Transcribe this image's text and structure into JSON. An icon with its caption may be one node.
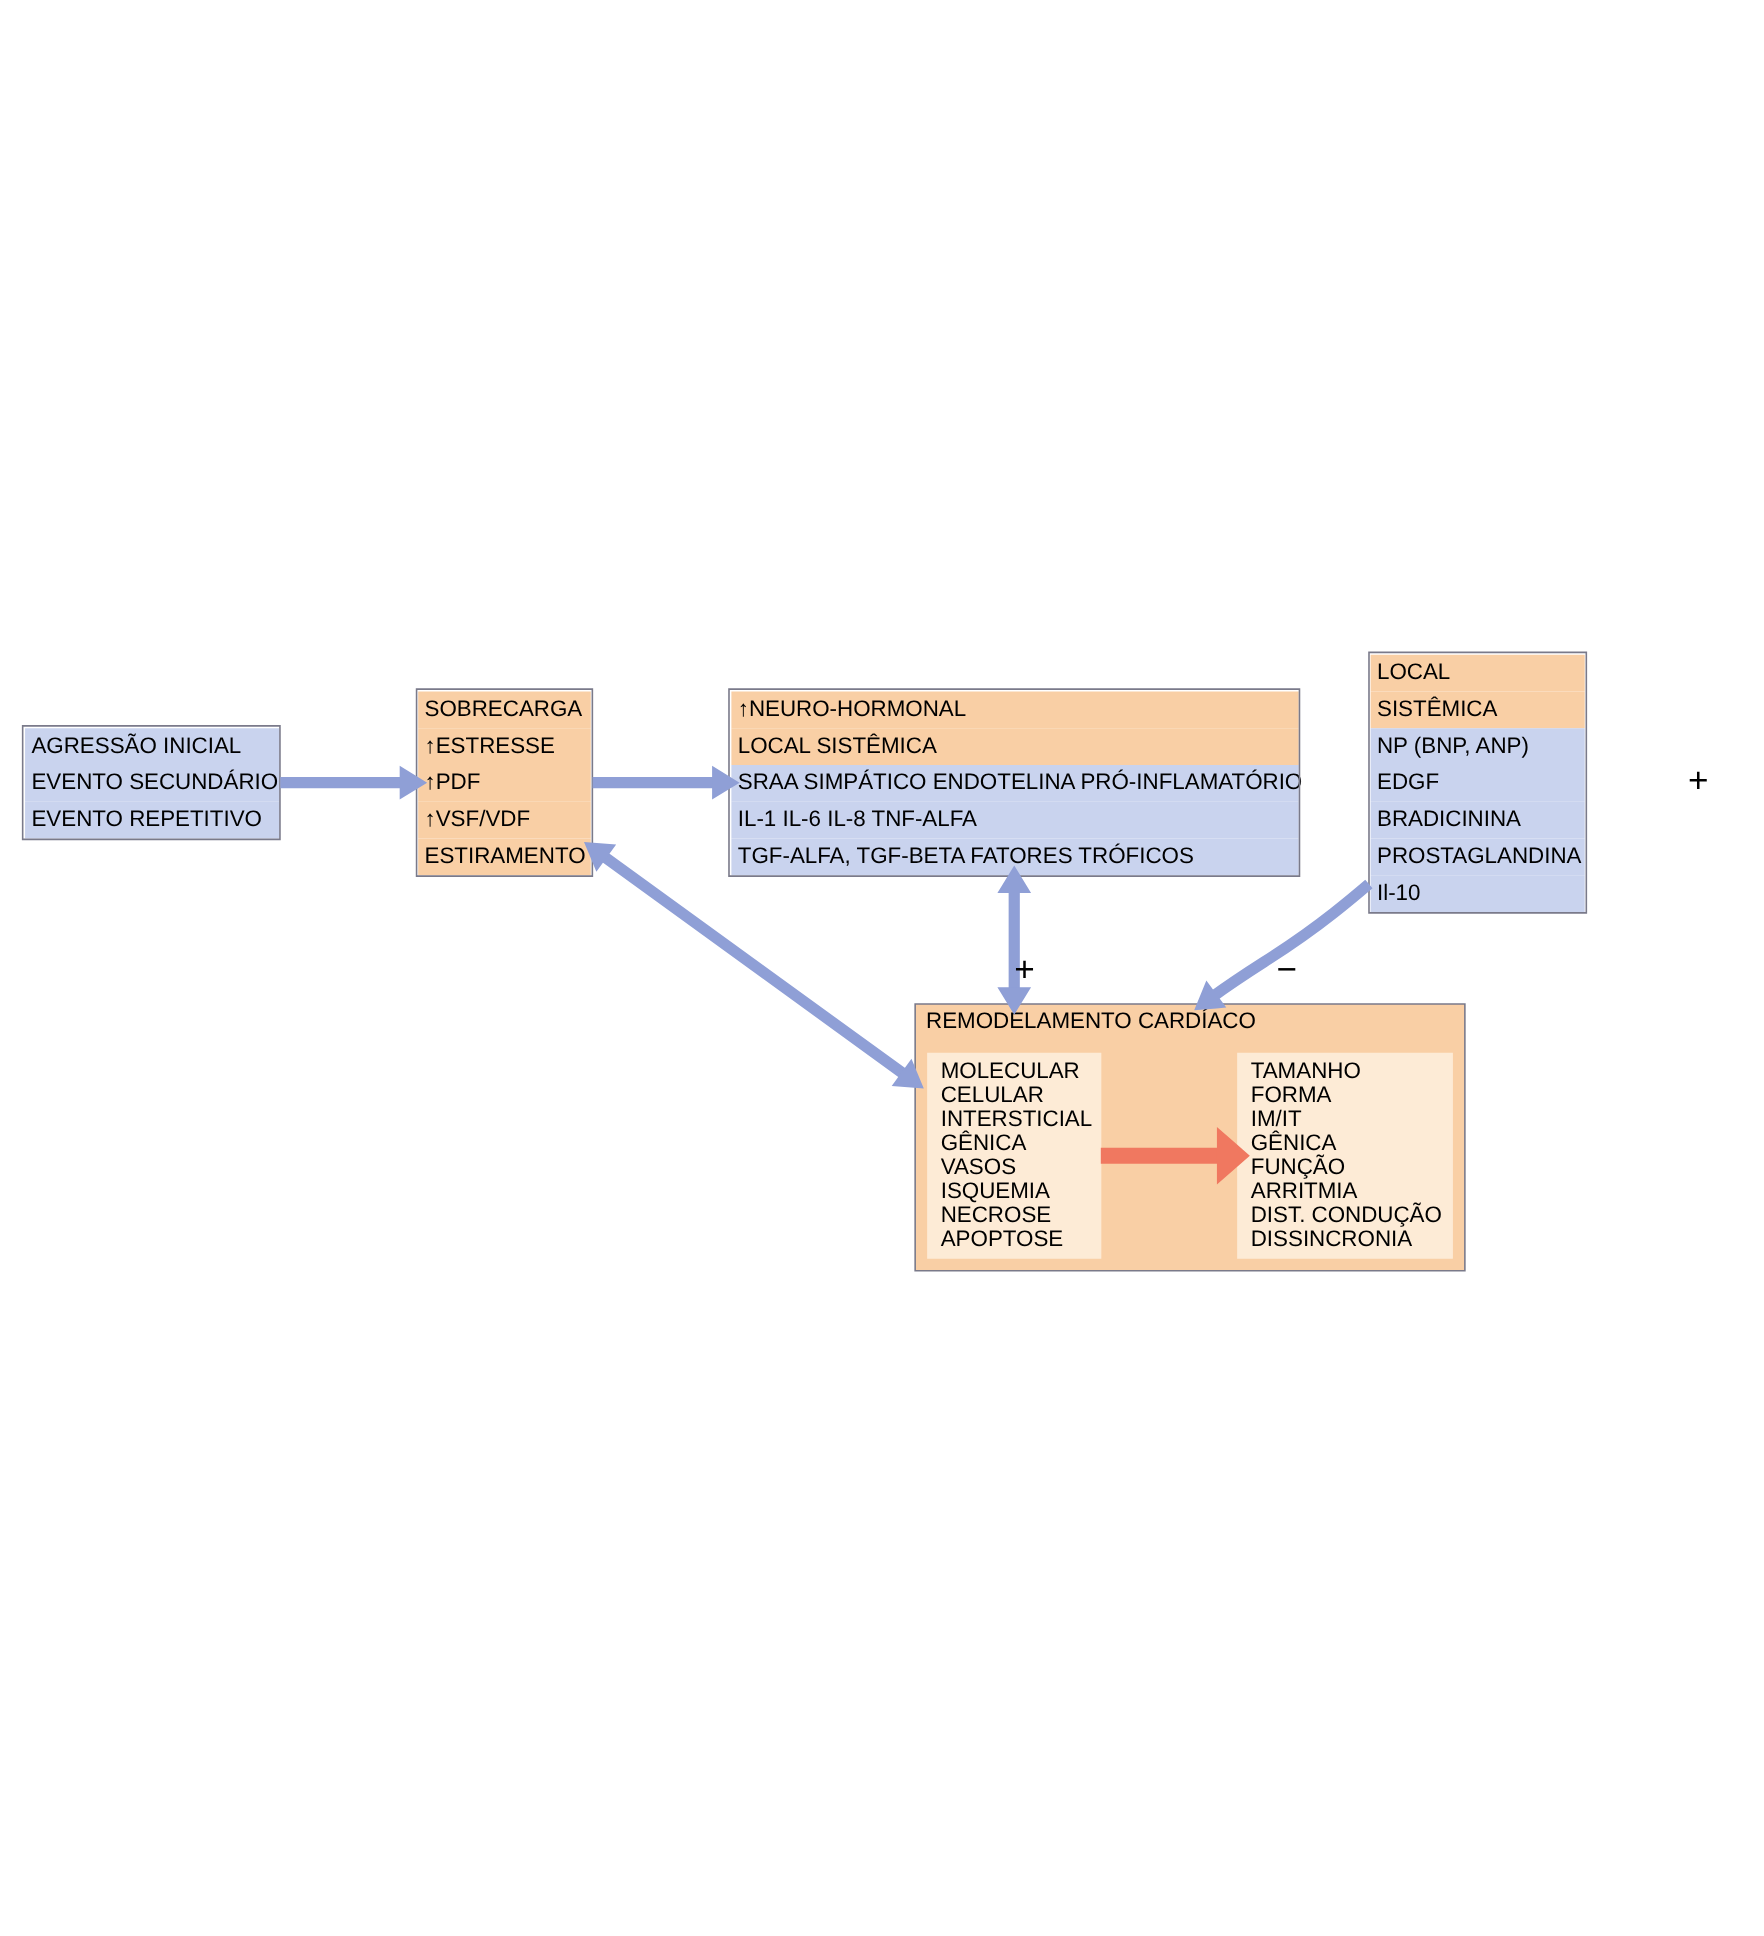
{
  "diagram": {
    "nodes": [
      {
        "text": [
          "↑NEURO-HORMONAL",
          "LOCAL SISTÊMICA",
          "SRAA SIMPÁTICO ENDOTELINA PRÓ-INFLAMATÓRIO",
          "IL-1 IL-6 IL-8 TNF-ALFA",
          "TGF-ALFA, TGF-BETA FATORES TRÓFICOS"
        ]
      },
      {
        "text": [
          "SOBRECARGA",
          "↑ESTRESSE",
          "↑PDF",
          "↑VSF/VDF",
          "ESTIRAMENTO"
        ]
      },
      {
        "text": [
          "AGRESSÃO INICIAL",
          "EVENTO SECUNDÁRIO",
          "EVENTO REPETITIVO"
        ]
      },
      {
        "text": [
          "LOCAL",
          "SISTÊMICA",
          "NP (BNP, ANP)",
          "EDGF",
          "BRADICININA",
          "PROSTAGLANDINA",
          "Il-10"
        ]
      },
      {
        "text": [
          "REMODELAMENTO CARDÍACO"
        ]
      },
      {
        "text": [
          "MOLECULAR",
          "CELULAR",
          "INTERSTICIAL",
          "GÊNICA",
          "VASOS",
          "ISQUEMIA",
          "NECROSE",
          "APOPTOSE"
        ],
        "in": 4
      },
      {
        "text": [
          "TAMANHO",
          "FORMA",
          "IM/IT",
          "GÊNICA",
          "FUNÇÃO",
          "ARRITMIA",
          "DIST. CONDUÇÃO",
          "DISSINCRONIA"
        ],
        "in": 4
      }
    ],
    "edges": [
      {
        "from": 1,
        "to": 0,
        "arrow": "to"
      },
      {
        "from": 2,
        "to": 1,
        "arrow": "to"
      },
      {
        "from": 0,
        "to": 4,
        "arrow": "both",
        "label": "+"
      },
      {
        "from": 1,
        "to": 4,
        "arrow": "both"
      },
      {
        "from": 3,
        "to": 4,
        "arrow": "to",
        "label": "−"
      },
      {
        "from": 5,
        "to": 6,
        "arrow": "to",
        "color": "#f07860"
      }
    ],
    "labels": [
      "+"
    ]
  }
}
